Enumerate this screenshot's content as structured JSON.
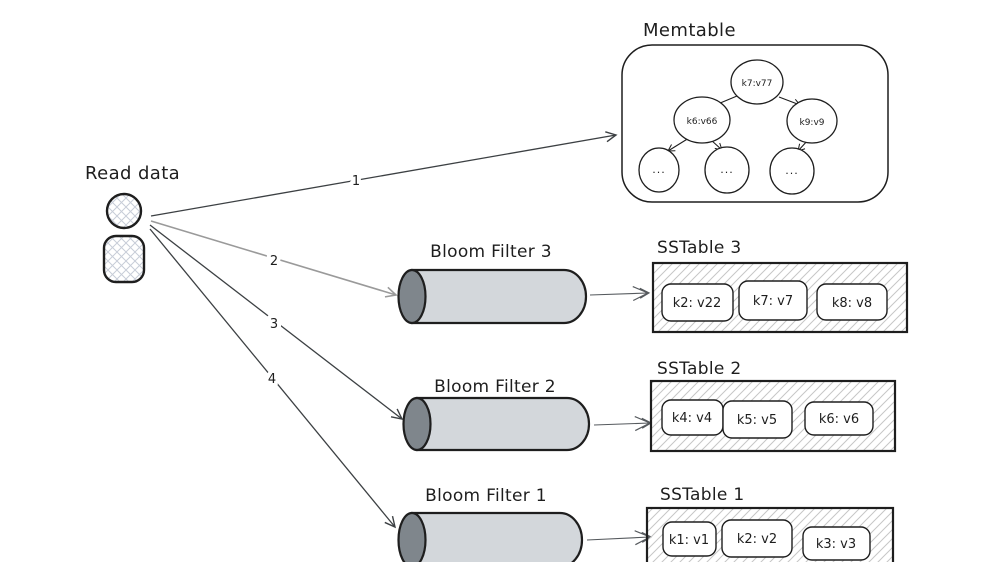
{
  "actor": {
    "label": "Read data"
  },
  "steps": [
    "1",
    "2",
    "3",
    "4"
  ],
  "memtable": {
    "title": "Memtable",
    "nodes": [
      {
        "id": "root",
        "label": "k7:v77"
      },
      {
        "id": "left",
        "label": "k6:v66"
      },
      {
        "id": "right",
        "label": "k9:v9"
      },
      {
        "id": "leaf1",
        "label": "..."
      },
      {
        "id": "leaf2",
        "label": "..."
      },
      {
        "id": "leaf3",
        "label": "..."
      }
    ]
  },
  "bloom_filters": [
    {
      "label": "Bloom Filter 3"
    },
    {
      "label": "Bloom Filter 2"
    },
    {
      "label": "Bloom Filter 1"
    }
  ],
  "sstables": [
    {
      "title": "SSTable 3",
      "entries": [
        "k2: v22",
        "k7: v7",
        "k8: v8"
      ]
    },
    {
      "title": "SSTable 2",
      "entries": [
        "k4: v4",
        "k5: v5",
        "k6: v6"
      ]
    },
    {
      "title": "SSTable 1",
      "entries": [
        "k1: v1",
        "k2: v2",
        "k3: v3"
      ]
    }
  ],
  "colors": {
    "background": "#ffffff",
    "ink": "#1e1e1e",
    "arrow_dark": "#3c4043",
    "arrow_gray": "#9a9a9a",
    "cylinder_body": "#d3d7db",
    "cylinder_cap": "#7f868c",
    "hatch_line": "#c6c6c6",
    "crosshatch_line": "#c7cdd8"
  }
}
